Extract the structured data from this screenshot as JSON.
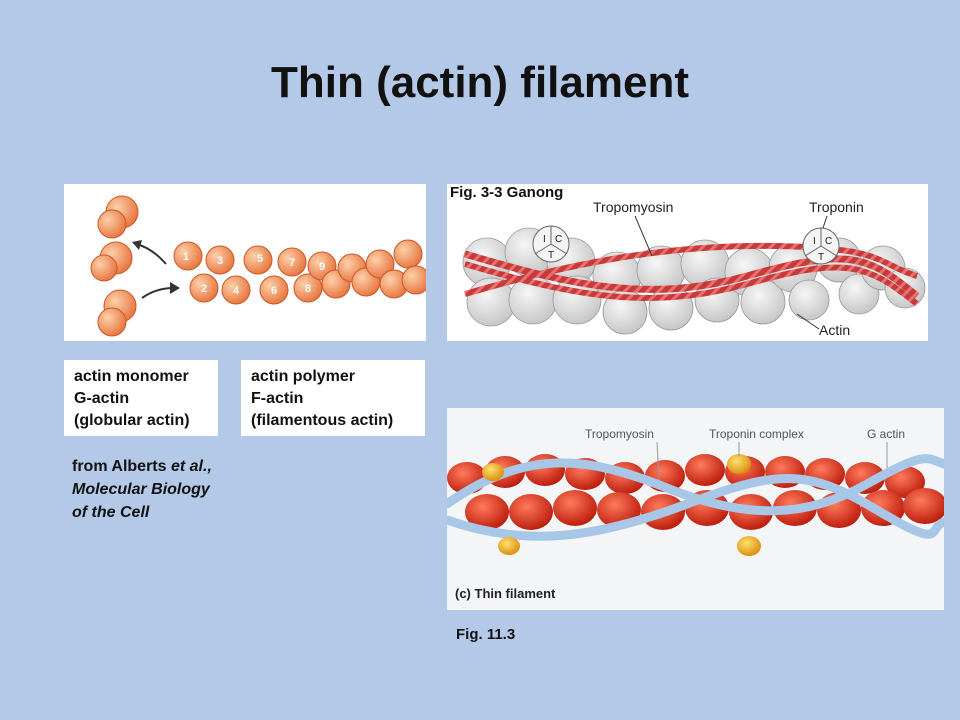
{
  "slide": {
    "title": "Thin (actin) filament",
    "monomer_box": {
      "line1": "actin monomer",
      "line2": "G-actin",
      "line3": "(globular actin)"
    },
    "polymer_box": {
      "line1": "actin polymer",
      "line2": "F-actin",
      "line3": "(filamentous actin)"
    },
    "credit": {
      "prefix": "from Alberts ",
      "etal": "et al.,",
      "book_line1": "Molecular Biology",
      "book_line2": "of the Cell"
    },
    "fig_ganong": {
      "caption": "Fig. 3-3 Ganong",
      "label_tropomyosin": "Tropomyosin",
      "label_troponin": "Troponin",
      "label_actin": "Actin",
      "subunit_i": "I",
      "subunit_c": "C",
      "subunit_t": "T"
    },
    "fig_11_3": {
      "caption": "Fig. 11.3",
      "label_tropomyosin": "Tropomyosin",
      "label_troponin_complex": "Troponin complex",
      "label_g_actin": "G actin",
      "panel_label": "(c) Thin filament"
    },
    "monomer_numbers": [
      "1",
      "2",
      "3",
      "4",
      "5",
      "6",
      "7",
      "8",
      "9"
    ],
    "colors": {
      "background": "#b4c8e8",
      "actin_orange": "#f4a070",
      "actin_red": "#d62a1a",
      "tropomyosin_blue": "#a8c6e6",
      "troponin_yellow": "#f2b21c",
      "ganong_gray": "#dcdcdc",
      "ganong_rope": "#c83a3a"
    }
  }
}
